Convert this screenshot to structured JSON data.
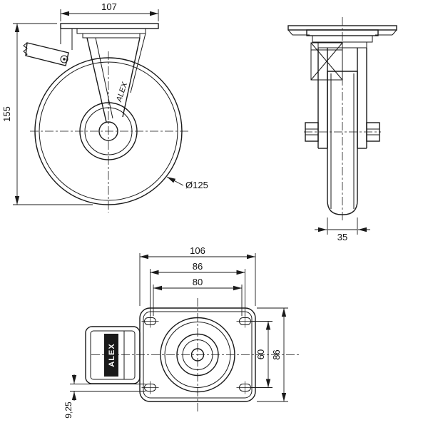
{
  "drawing": {
    "line_color": "#1a1a1a",
    "side_view": {
      "overall_width": "107",
      "overall_height": "155",
      "wheel_diameter": "Ø125",
      "logo": "ALEX"
    },
    "front_view": {
      "wheel_width": "35"
    },
    "plan_view": {
      "plate_width": "106",
      "bolt_spacing_width": "86",
      "inner_spacing_width": "80",
      "bolt_spacing_height": "60",
      "plate_height": "86",
      "slot_width": "9,25",
      "pedal_label": "ALEX"
    }
  }
}
